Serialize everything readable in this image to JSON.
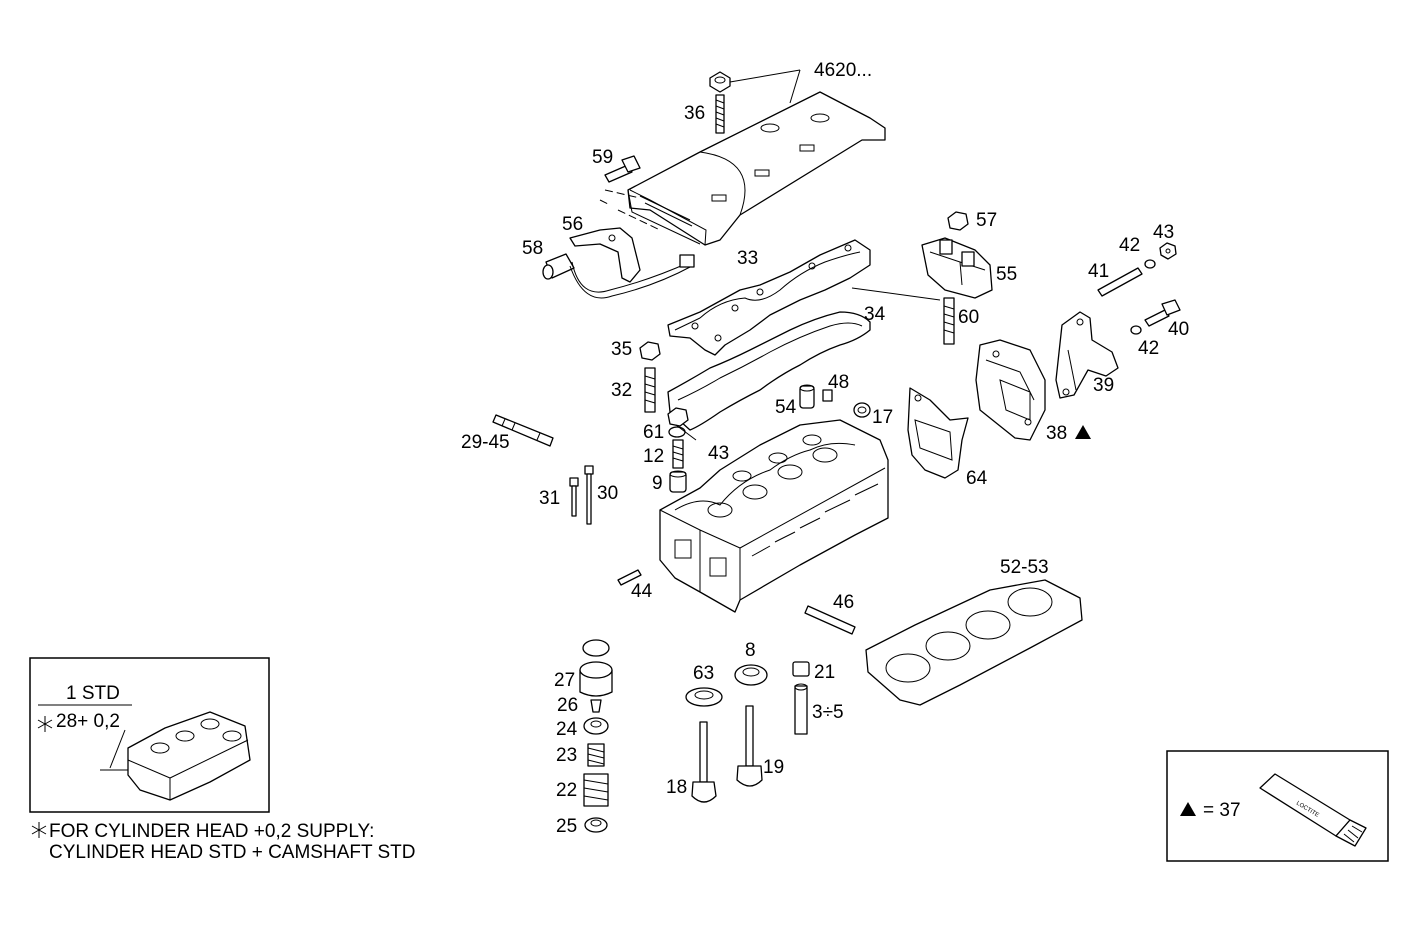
{
  "labels": {
    "l4620": "4620...",
    "l36": "36",
    "l59": "59",
    "l56": "56",
    "l58": "58",
    "l33": "33",
    "l57": "57",
    "l55": "55",
    "l60": "60",
    "l34": "34",
    "l35": "35",
    "l32": "32",
    "l43a": "43",
    "l42a": "42",
    "l41": "41",
    "l40": "40",
    "l42b": "42",
    "l39": "39",
    "l38": "38",
    "l48": "48",
    "l54": "54",
    "l17": "17",
    "l61": "61",
    "l43b": "43",
    "l12": "12",
    "l9": "9",
    "l2945": "29-45",
    "l31": "31",
    "l30": "30",
    "l64": "64",
    "l44": "44",
    "l5253": "52-53",
    "l46": "46",
    "l27": "27",
    "l26": "26",
    "l24": "24",
    "l23": "23",
    "l22": "22",
    "l25": "25",
    "l63": "63",
    "l8": "8",
    "l21": "21",
    "l35r": "3÷5",
    "l18": "18",
    "l19": "19"
  },
  "inset": {
    "std_label": "1 STD",
    "oversize_label": "28+ 0,2",
    "footnote_line1": "FOR CYLINDER HEAD +0,2 SUPPLY:",
    "footnote_line2": "CYLINDER HEAD STD + CAMSHAFT STD"
  },
  "legend": {
    "text": "= 37",
    "tube_text": "LOCTITE"
  },
  "icons": {
    "asterisk": "asterisk-icon",
    "triangle": "triangle-icon"
  }
}
